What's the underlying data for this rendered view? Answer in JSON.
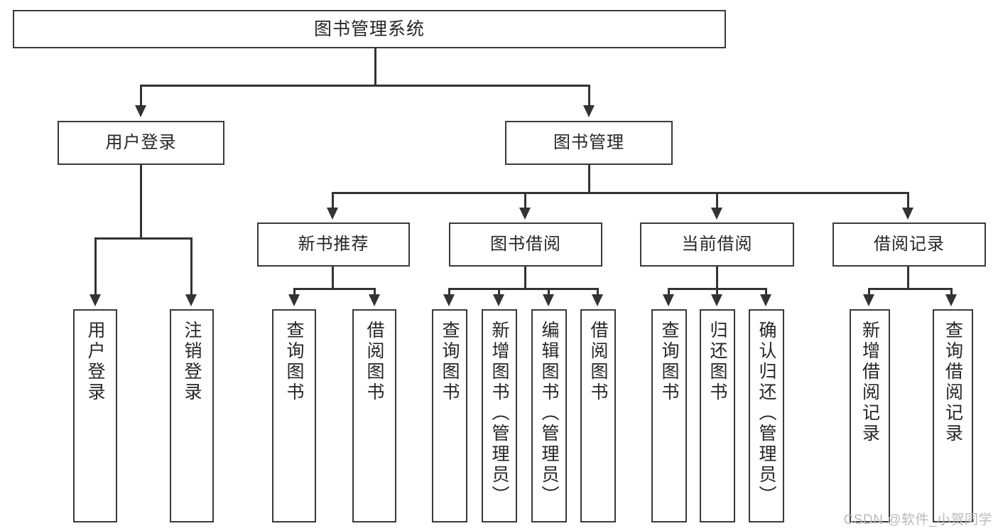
{
  "diagram": {
    "title": "图书管理系统",
    "type": "tree",
    "watermark": "CSDN @软件_小贺同学",
    "colors": {
      "box_border": "#3a3a3a",
      "connector": "#333333",
      "background": "#ffffff",
      "text": "#262626",
      "watermark": "#b9b9b9"
    },
    "root": {
      "label": "图书管理系统"
    },
    "level2": [
      {
        "label": "用户登录"
      },
      {
        "label": "图书管理"
      }
    ],
    "level3": [
      {
        "label": "新书推荐"
      },
      {
        "label": "图书借阅"
      },
      {
        "label": "当前借阅"
      },
      {
        "label": "借阅记录"
      }
    ],
    "leaves": {
      "user_login": [
        {
          "label": "用户登录"
        },
        {
          "label": "注销登录"
        }
      ],
      "new_book_recommend": [
        {
          "label": "查询图书"
        },
        {
          "label": "借阅图书"
        }
      ],
      "book_borrow": [
        {
          "label": "查询图书"
        },
        {
          "label": "新增图书（管理员）"
        },
        {
          "label": "编辑图书（管理员）"
        },
        {
          "label": "借阅图书"
        }
      ],
      "current_borrow": [
        {
          "label": "查询图书"
        },
        {
          "label": "归还图书"
        },
        {
          "label": "确认归还（管理员）"
        }
      ],
      "borrow_record": [
        {
          "label": "新增借阅记录"
        },
        {
          "label": "查询借阅记录"
        }
      ]
    }
  }
}
